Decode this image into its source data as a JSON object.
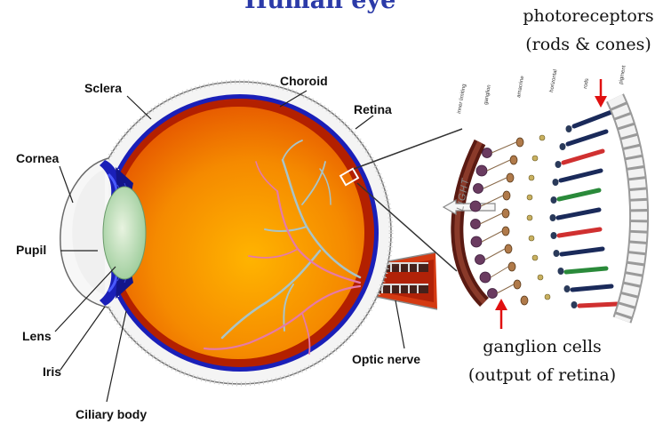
{
  "title": "Human eye",
  "colors": {
    "title": "#2b3aa8",
    "vitreous": "#f2a000",
    "retina_dark": "#b32000",
    "choroid": "#1a1fb8",
    "arrow": "#e01010"
  },
  "eye_labels": {
    "sclera": "Sclera",
    "choroid": "Choroid",
    "retina": "Retina",
    "cornea": "Cornea",
    "pupil": "Pupil",
    "lens": "Lens",
    "iris": "Iris",
    "ciliary_body": "Ciliary body",
    "optic_nerve": "Optic nerve"
  },
  "retina_detail": {
    "photoreceptors_line1": "photoreceptors",
    "photoreceptors_line2": "(rods & cones)",
    "ganglion_line1": "ganglion cells",
    "ganglion_line2": "(output of retina)",
    "light_label": "LIGHT"
  }
}
